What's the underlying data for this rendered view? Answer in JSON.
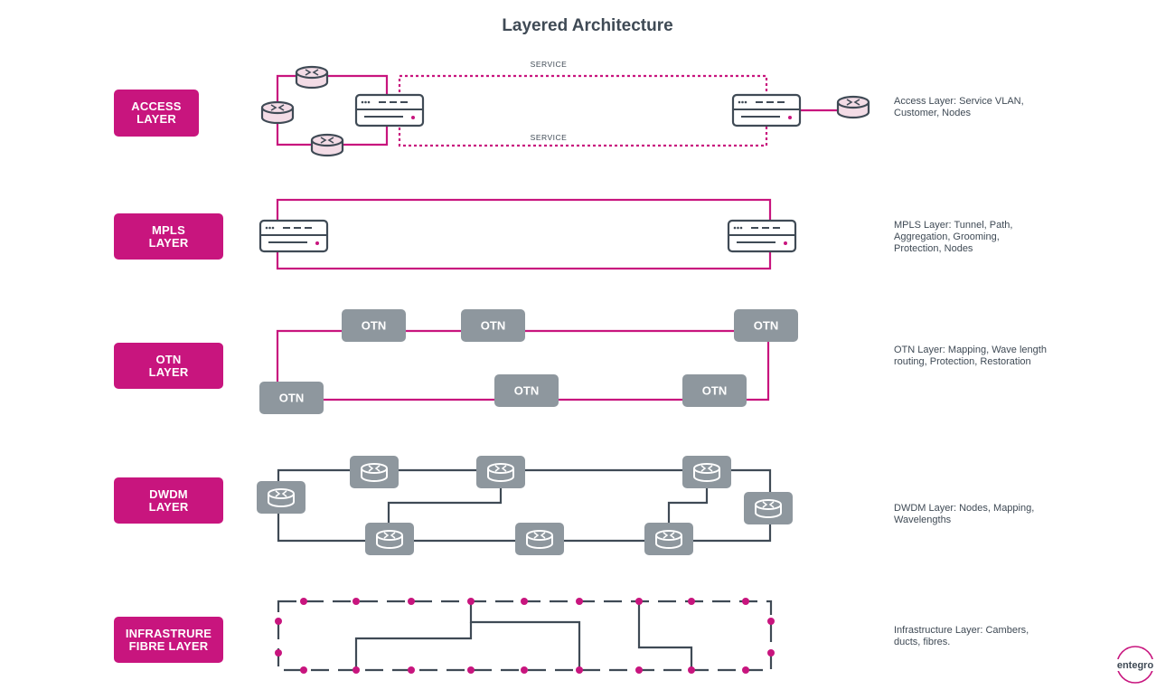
{
  "title": "Layered Architecture",
  "layers": [
    {
      "badge_line1": "ACCESS",
      "badge_line2": "LAYER",
      "description": "Access Layer: Service VLAN, Customer, Nodes"
    },
    {
      "badge_line1": "MPLS",
      "badge_line2": "LAYER",
      "description": "MPLS Layer: Tunnel, Path, Aggregation, Grooming, Protection, Nodes"
    },
    {
      "badge_line1": "OTN",
      "badge_line2": "LAYER",
      "description": "OTN Layer: Mapping, Wave length routing, Protection, Restoration"
    },
    {
      "badge_line1": "DWDM",
      "badge_line2": "LAYER",
      "description": "DWDM Layer: Nodes, Mapping, Wavelengths"
    },
    {
      "badge_line1": "INFRASTRURE",
      "badge_line2": "FIBRE LAYER",
      "description": "Infrastructure Layer: Cambers, ducts, fibres."
    }
  ],
  "access": {
    "service_top": "SERVICE",
    "service_bottom": "SERVICE"
  },
  "otn": {
    "node_label": "OTN"
  },
  "logo": "entegro",
  "colors": {
    "magenta": "#c8157e",
    "slate": "#3f4a55",
    "grey_node": "#8e979e",
    "router_fill": "#f3dce6"
  }
}
